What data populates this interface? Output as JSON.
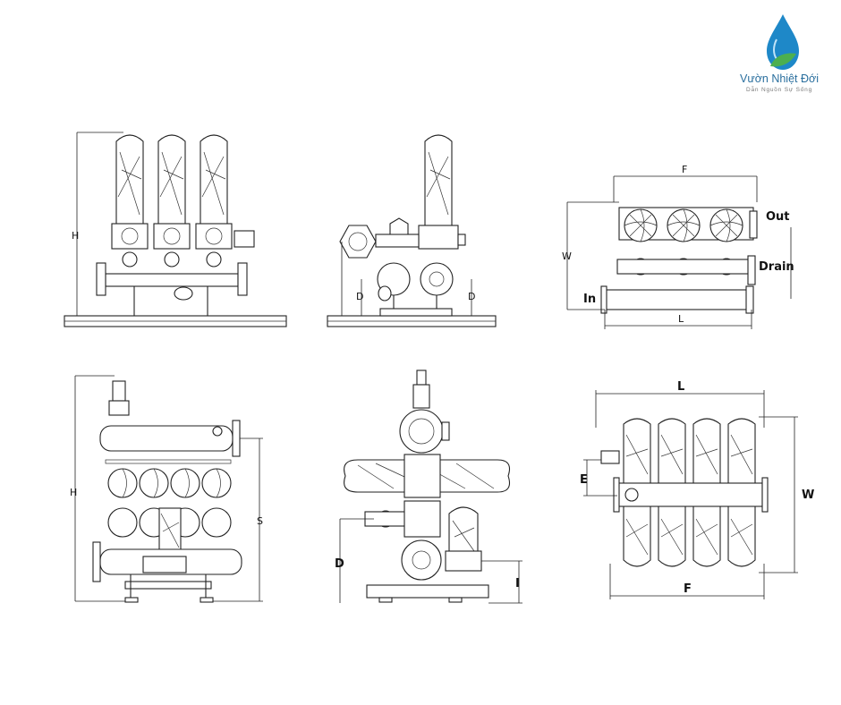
{
  "logo": {
    "brand": "Vườn Nhiệt Đới",
    "tagline": "Dẫn Nguồn Sự Sống",
    "drop_color": "#1e88c8",
    "leaf_color": "#4caf50"
  },
  "views": [
    {
      "id": "front-3-units",
      "labels": {
        "height": "H"
      }
    },
    {
      "id": "side-3-units",
      "labels": {
        "d_left": "D",
        "d_right": "D"
      }
    },
    {
      "id": "top-3-units",
      "labels": {
        "width_top": "F",
        "out": "Out",
        "drain": "Drain",
        "inlet": "In",
        "depth": "W",
        "length": "L"
      }
    },
    {
      "id": "front-4-units",
      "labels": {
        "height": "H",
        "side": "S"
      }
    },
    {
      "id": "side-4-units",
      "labels": {
        "d": "D",
        "i": "I"
      }
    },
    {
      "id": "top-4-units",
      "labels": {
        "length": "L",
        "e": "E",
        "width": "W",
        "bottom": "F"
      }
    }
  ]
}
